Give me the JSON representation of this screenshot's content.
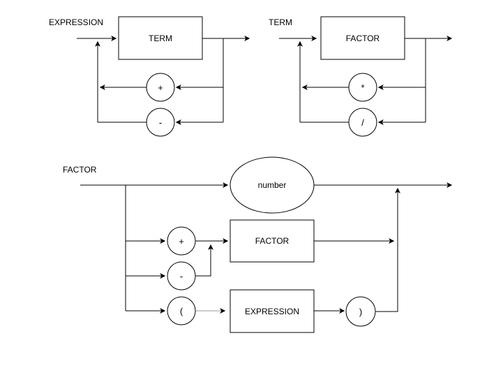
{
  "canvas": {
    "background_color": "#ffffff",
    "line_color": "#000000",
    "muted_connector_color": "#999999"
  },
  "diagrams": [
    {
      "title": "EXPRESSION",
      "nodes": [
        {
          "label": "TERM",
          "shape": "rect"
        },
        {
          "label": "+",
          "shape": "circle"
        },
        {
          "label": "-",
          "shape": "circle"
        }
      ]
    },
    {
      "title": "TERM",
      "nodes": [
        {
          "label": "FACTOR",
          "shape": "rect"
        },
        {
          "label": "*",
          "shape": "circle"
        },
        {
          "label": "/",
          "shape": "circle"
        }
      ]
    },
    {
      "title": "FACTOR",
      "nodes": [
        {
          "label": "number",
          "shape": "ellipse"
        },
        {
          "label": "+",
          "shape": "circle"
        },
        {
          "label": "-",
          "shape": "circle"
        },
        {
          "label": "(",
          "shape": "circle"
        },
        {
          "label": "FACTOR",
          "shape": "rect"
        },
        {
          "label": "EXPRESSION",
          "shape": "rect"
        },
        {
          "label": ")",
          "shape": "circle"
        }
      ]
    }
  ]
}
